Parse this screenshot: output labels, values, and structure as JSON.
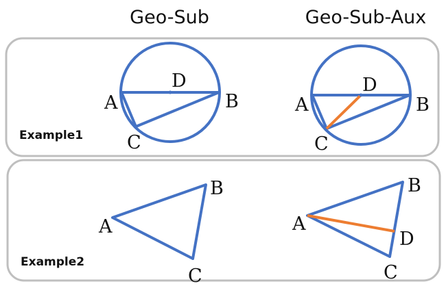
{
  "headers": {
    "geo_sub": "Geo-Sub",
    "geo_sub_aux": "Geo-Sub-Aux"
  },
  "examples": [
    {
      "label": "Example1",
      "geo_sub": {
        "points": [
          "A",
          "B",
          "C",
          "D"
        ]
      },
      "geo_sub_aux": {
        "points": [
          "A",
          "B",
          "C",
          "D"
        ]
      }
    },
    {
      "label": "Example2",
      "geo_sub": {
        "points": [
          "A",
          "B",
          "C"
        ]
      },
      "geo_sub_aux": {
        "points": [
          "A",
          "B",
          "C",
          "D"
        ]
      }
    }
  ],
  "colors": {
    "shape": "#4472C4",
    "auxiliary": "#ED7D31",
    "panel_border": "#BFBFBF",
    "text": "#111111"
  }
}
